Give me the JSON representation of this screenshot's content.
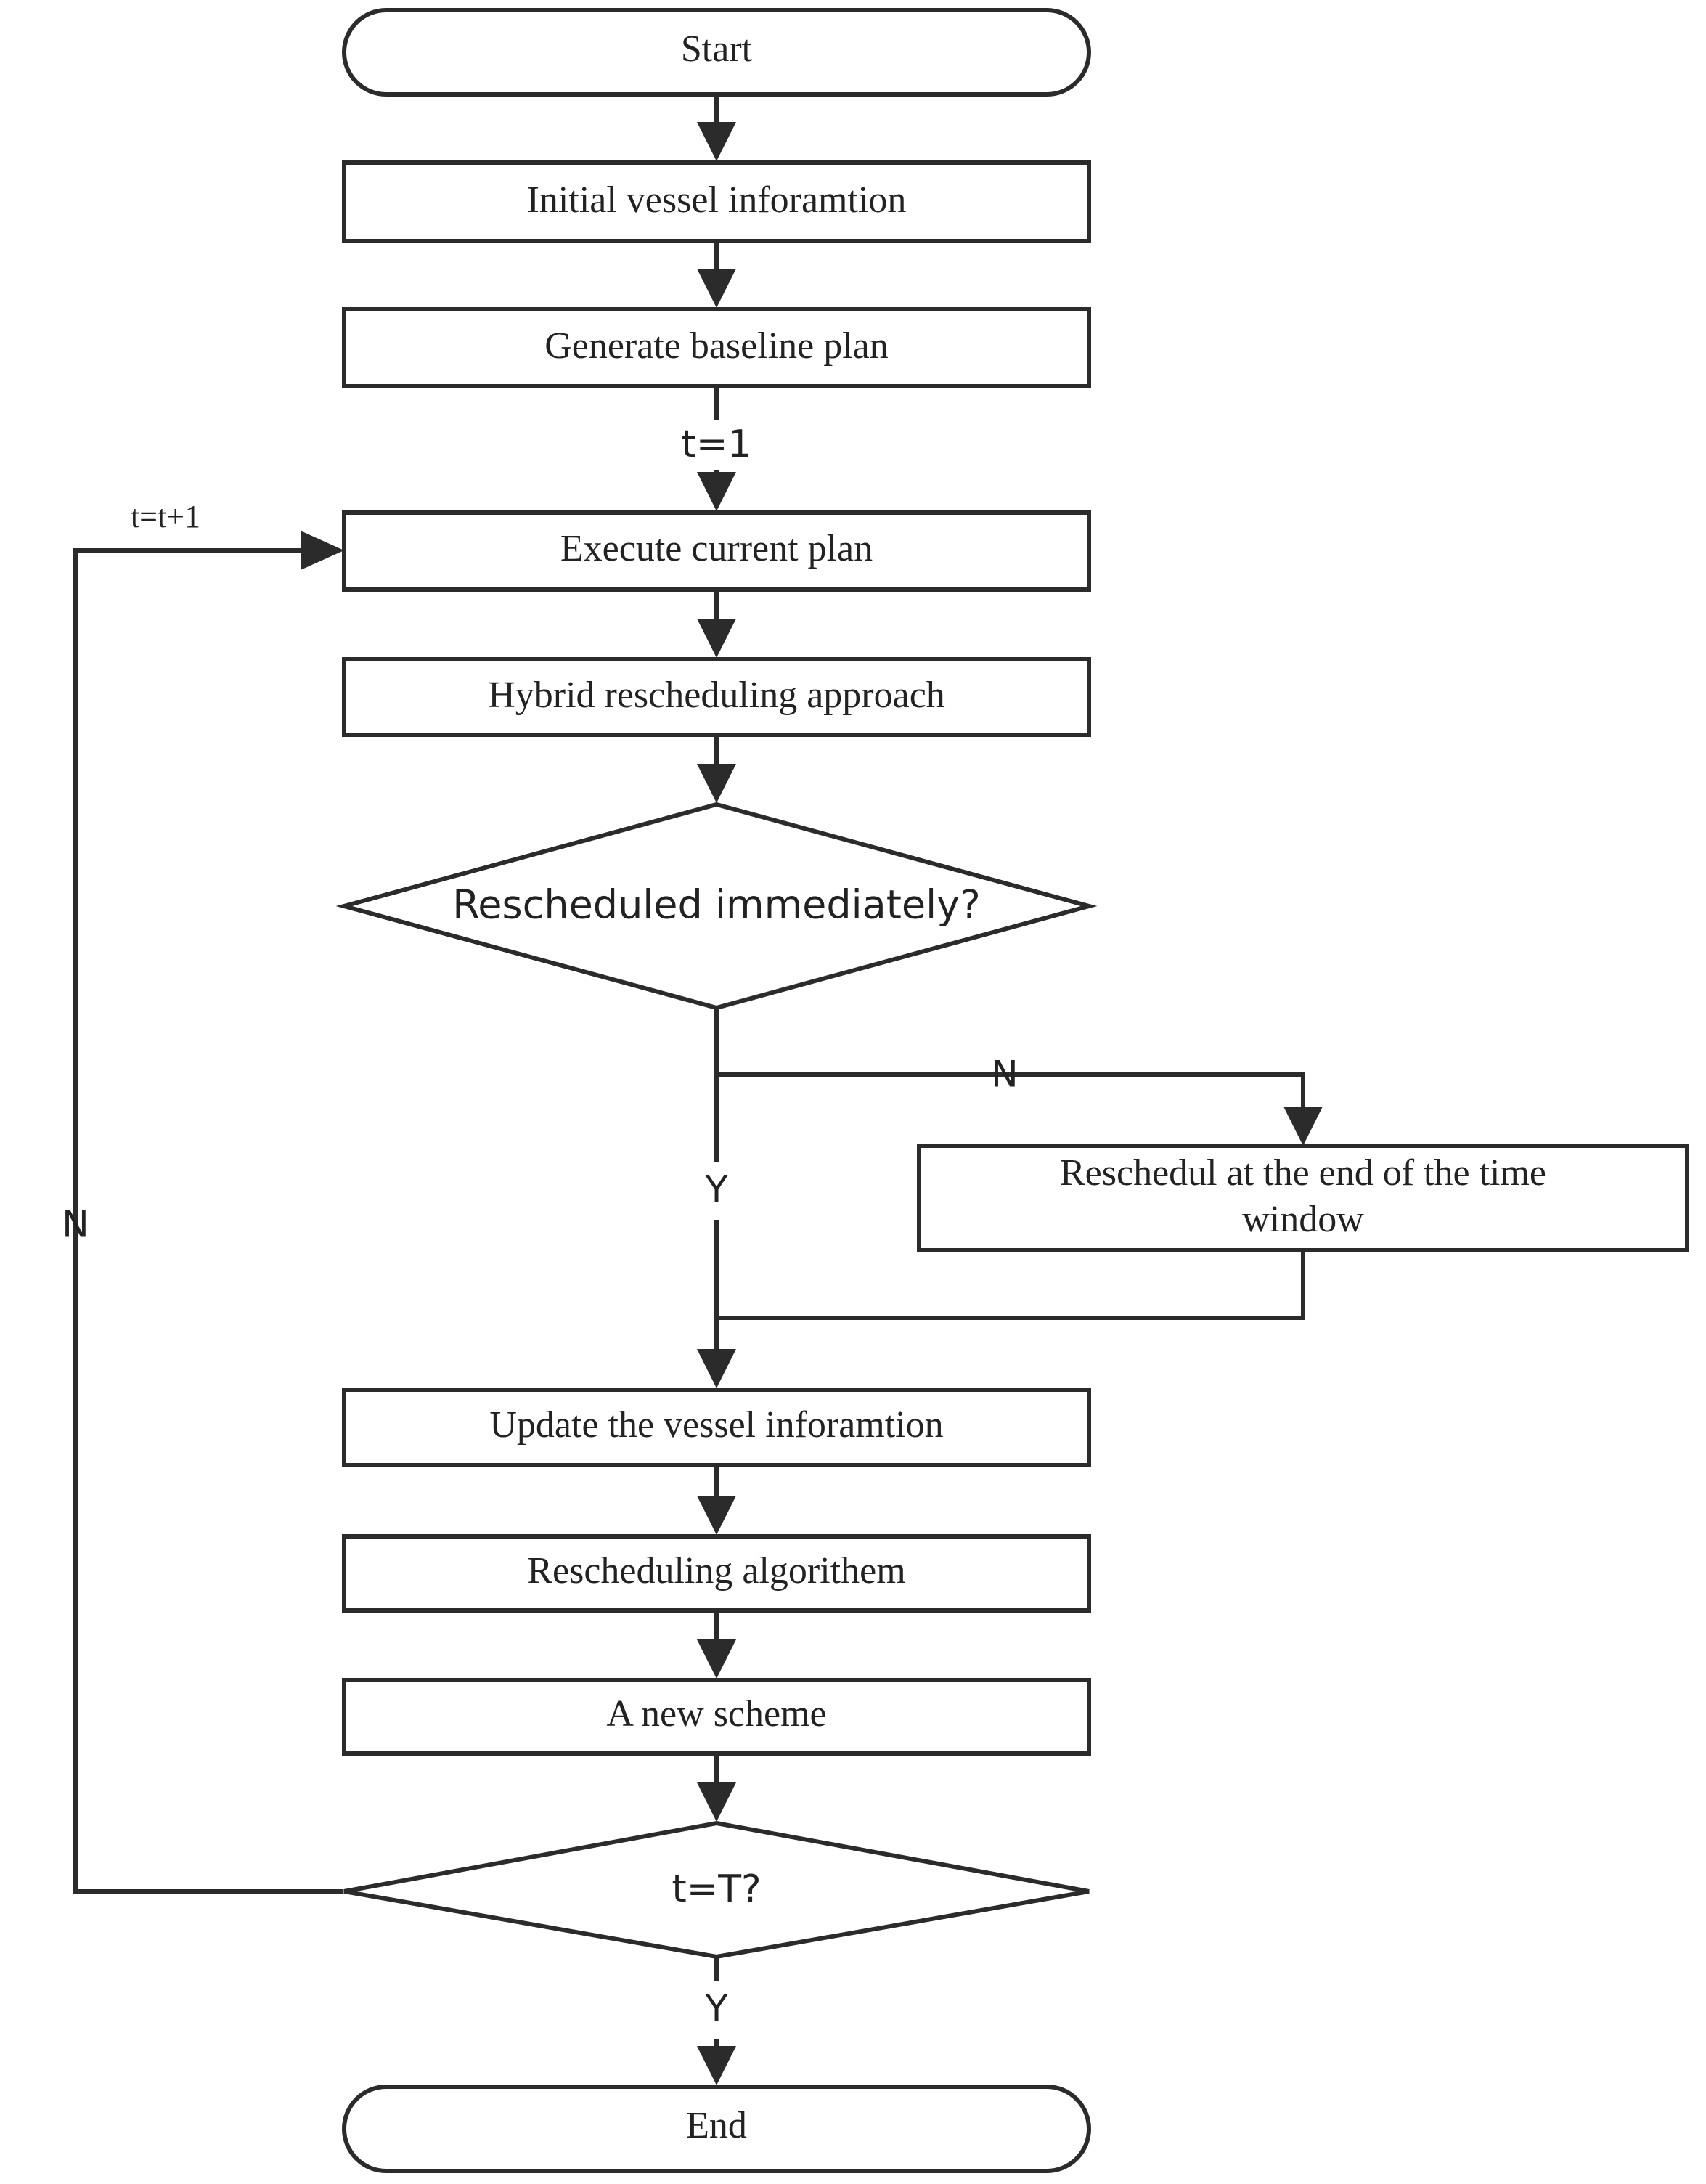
{
  "nodes": {
    "start": "Start",
    "initial": "Initial vessel inforamtion",
    "baseline": "Generate baseline plan",
    "execute": "Execute current plan",
    "hybrid": "Hybrid rescheduling approach",
    "decision_immediate": "Rescheduled immediately?",
    "reschedule_end_line1": "Reschedul at the end of the time",
    "reschedule_end_line2": "window",
    "update": "Update the vessel inforamtion",
    "algorithm": "Rescheduling algorithem",
    "new_scheme": "A new scheme",
    "decision_t": "t=T?",
    "end": "End"
  },
  "edge_labels": {
    "t_init": "t=1",
    "t_increment": "t=t+1",
    "immediate_no": "N",
    "immediate_yes": "Y",
    "loop_no": "N",
    "final_yes": "Y"
  }
}
